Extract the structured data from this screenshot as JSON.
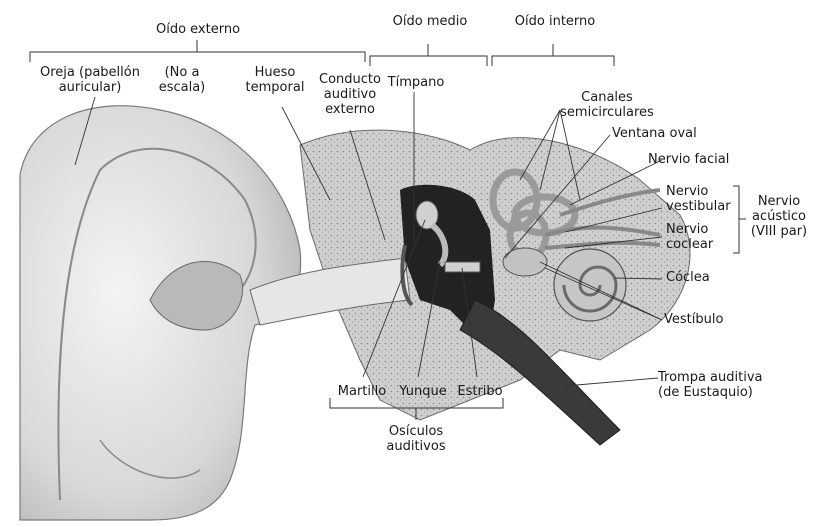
{
  "diagram": {
    "sections": {
      "outer": "Oído externo",
      "middle": "Oído medio",
      "inner": "Oído interno"
    },
    "labels": {
      "pinna": "Oreja (pabellón\nauricular)",
      "not_to_scale": "(No a\nescala)",
      "temporal_bone": "Hueso\ntemporal",
      "ear_canal": "Conducto\nauditivo\nexterno",
      "eardrum": "Tímpano",
      "semicircular_canals": "Canales\nsemicirculares",
      "oval_window": "Ventana oval",
      "facial_nerve": "Nervio facial",
      "vestibular_nerve": "Nervio\nvestibular",
      "cochlear_nerve": "Nervio\ncoclear",
      "acoustic_nerve": "Nervio\nacústico\n(VIII par)",
      "cochlea": "Cóclea",
      "vestibule": "Vestíbulo",
      "eustachian_tube": "Trompa auditiva\n(de Eustaquio)",
      "malleus": "Martillo",
      "incus": "Yunque",
      "stapes": "Estribo",
      "ossicles": "Osículos\nauditivos"
    }
  }
}
